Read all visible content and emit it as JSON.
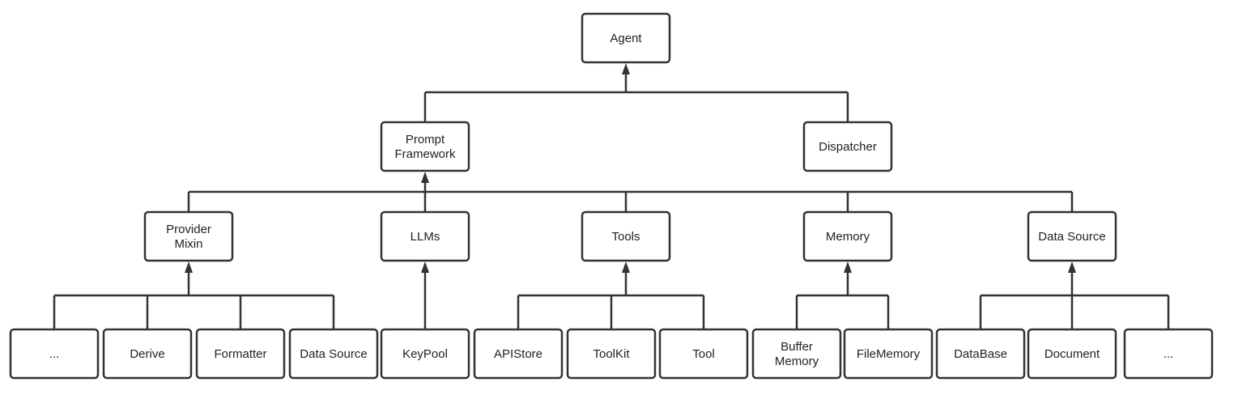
{
  "diagram": {
    "nodes": {
      "agent": "Agent",
      "prompt_framework": "Prompt Framework",
      "dispatcher": "Dispatcher",
      "provider_mixin": "Provider Mixin",
      "llms": "LLMs",
      "tools": "Tools",
      "memory": "Memory",
      "data_source": "Data Source",
      "ellipsis_left": "...",
      "derive": "Derive",
      "formatter": "Formatter",
      "data_source_leaf": "Data Source",
      "keypool": "KeyPool",
      "apistore": "APIStore",
      "toolkit": "ToolKit",
      "tool": "Tool",
      "buffer_memory": "Buffer Memory",
      "filememory": "FileMemory",
      "database": "DataBase",
      "document": "Document",
      "ellipsis_right": "..."
    },
    "edges": [
      {
        "from": [
          "prompt_framework",
          "dispatcher"
        ],
        "to": "agent"
      },
      {
        "from": [
          "provider_mixin",
          "llms",
          "tools",
          "memory",
          "data_source"
        ],
        "to": "prompt_framework"
      },
      {
        "from": [
          "ellipsis_left",
          "derive",
          "formatter",
          "data_source_leaf"
        ],
        "to": "provider_mixin"
      },
      {
        "from": [
          "keypool"
        ],
        "to": "llms"
      },
      {
        "from": [
          "apistore",
          "toolkit",
          "tool"
        ],
        "to": "tools"
      },
      {
        "from": [
          "buffer_memory",
          "filememory"
        ],
        "to": "memory"
      },
      {
        "from": [
          "database",
          "document",
          "ellipsis_right"
        ],
        "to": "data_source"
      }
    ]
  },
  "colors": {
    "stroke": "#333333",
    "fill": "#ffffff",
    "text": "#222222"
  }
}
